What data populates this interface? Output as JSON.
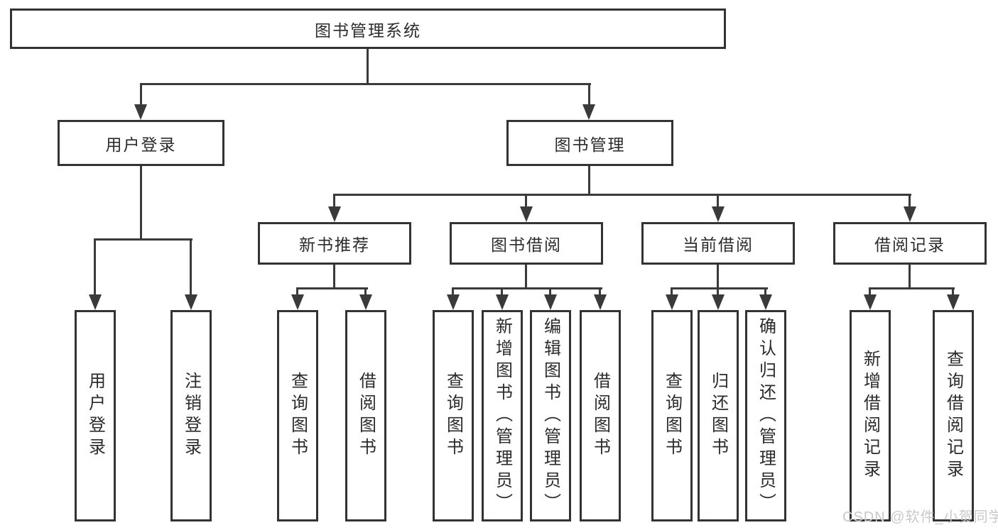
{
  "diagram": {
    "type": "hierarchy-tree",
    "tree": {
      "label": "图书管理系统",
      "children": [
        {
          "label": "用户登录",
          "children": [
            {
              "label": "用户登录"
            },
            {
              "label": "注销登录"
            }
          ]
        },
        {
          "label": "图书管理",
          "children": [
            {
              "label": "新书推荐",
              "children": [
                {
                  "label": "查询图书"
                },
                {
                  "label": "借阅图书"
                }
              ]
            },
            {
              "label": "图书借阅",
              "children": [
                {
                  "label": "查询图书"
                },
                {
                  "label": "新增图书（管理员）"
                },
                {
                  "label": "编辑图书（管理员）"
                },
                {
                  "label": "借阅图书"
                }
              ]
            },
            {
              "label": "当前借阅",
              "children": [
                {
                  "label": "查询图书"
                },
                {
                  "label": "归还图书"
                },
                {
                  "label": "确认归还（管理员）"
                }
              ]
            },
            {
              "label": "借阅记录",
              "children": [
                {
                  "label": "新增借阅记录"
                },
                {
                  "label": "查询借阅记录"
                }
              ]
            }
          ]
        }
      ]
    }
  },
  "watermark": {
    "text": "CSDN @软件_小贺同学"
  },
  "colors": {
    "background": "#ffffff",
    "box_border": "#333333",
    "connector_line": "#3a3a3a",
    "text": "#2b2b2b",
    "watermark_text": "#c9c9c9"
  }
}
